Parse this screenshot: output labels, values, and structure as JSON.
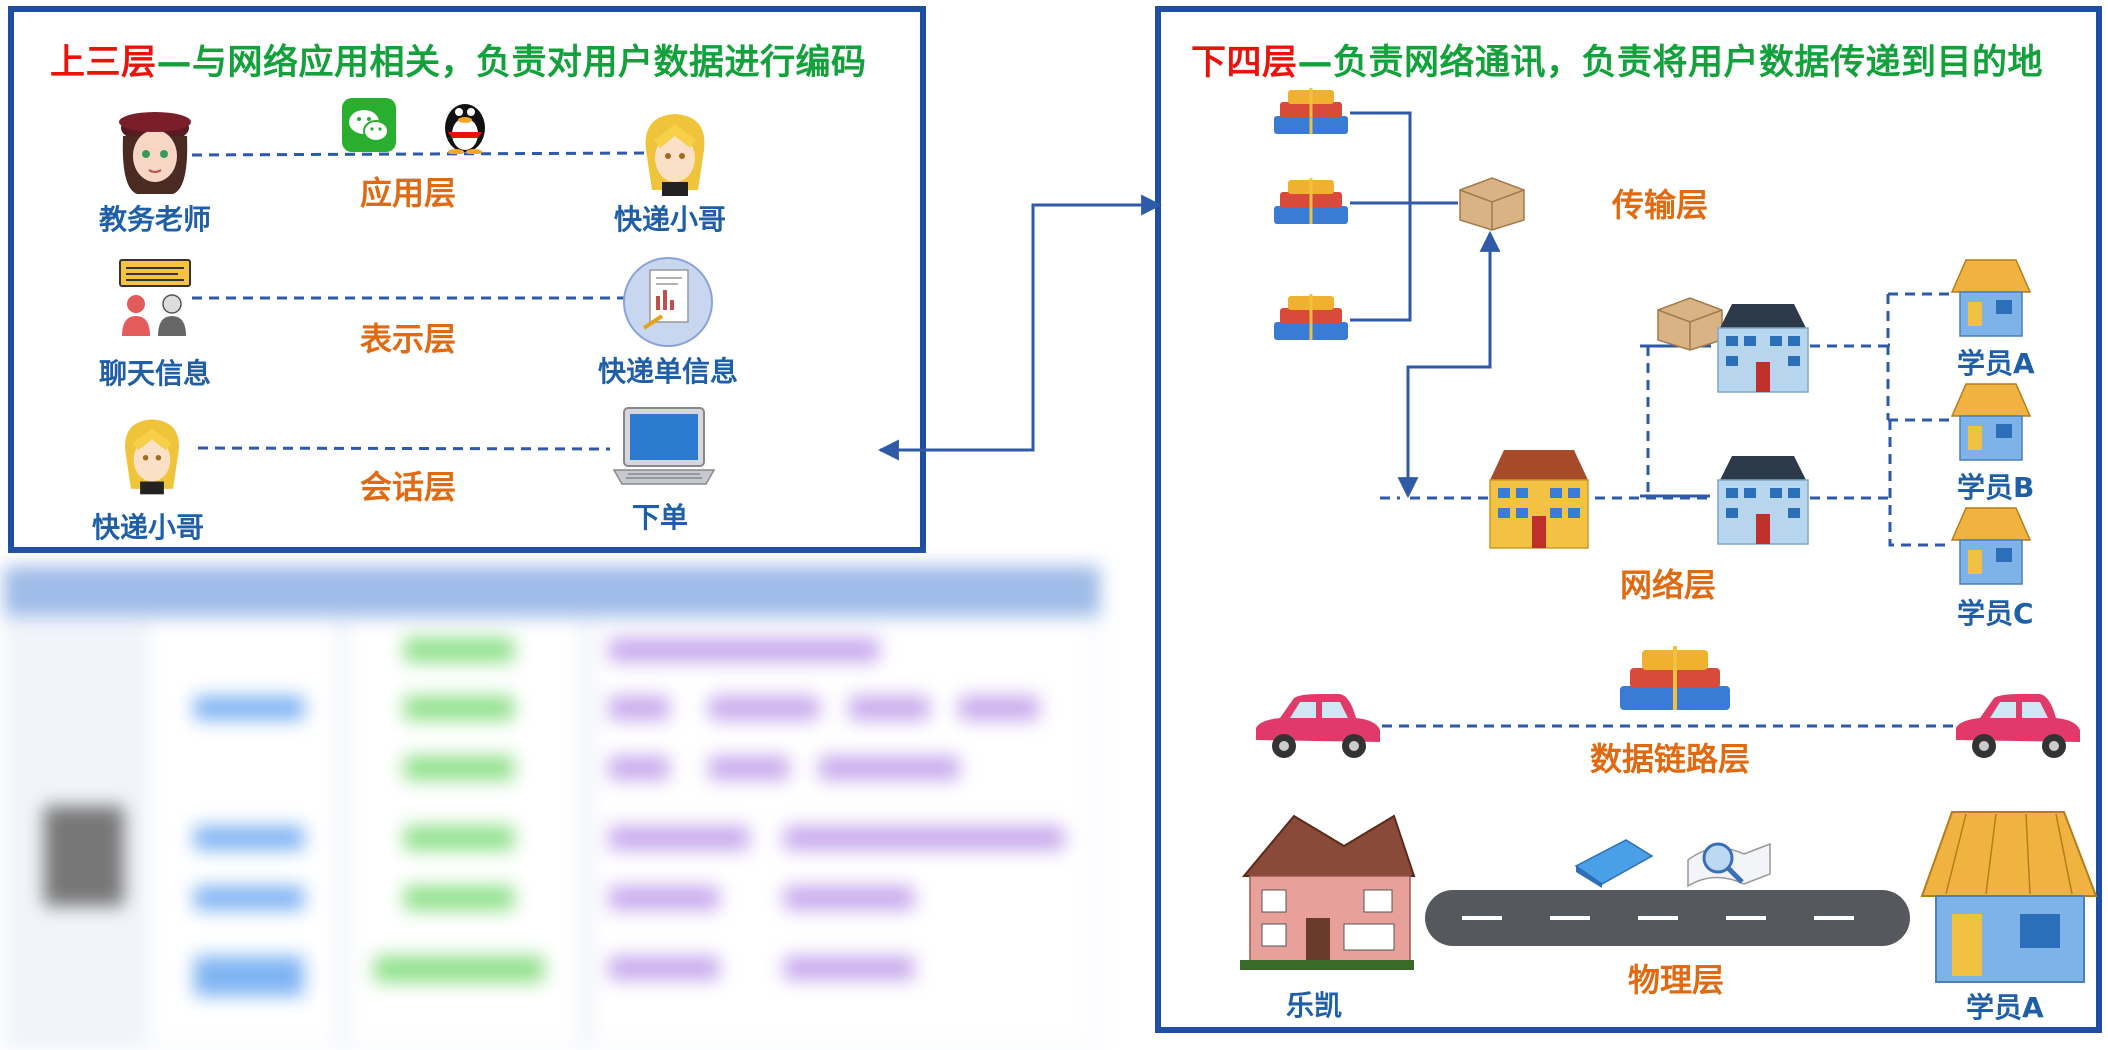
{
  "upper": {
    "title_highlight": "上三层",
    "title_rest": "—与网络应用相关，负责对用户数据进行编码",
    "rows": [
      {
        "left_label": "教务老师",
        "layer": "应用层",
        "right_label": "快递小哥"
      },
      {
        "left_label": "聊天信息",
        "layer": "表示层",
        "right_label": "快递单信息"
      },
      {
        "left_label": "快递小哥",
        "layer": "会话层",
        "right_label": "下单"
      }
    ]
  },
  "lower": {
    "title_highlight": "下四层",
    "title_rest": "—负责网络通讯，负责将用户数据传递到目的地",
    "transport_label": "传输层",
    "network_label": "网络层",
    "datalink_label": "数据链路层",
    "physical_label": "物理层",
    "students": [
      "学员A",
      "学员B",
      "学员C"
    ],
    "physical_left_label": "乐凯",
    "physical_right_label": "学员A"
  },
  "colors": {
    "border": "#1f4fa3",
    "title_highlight": "#e8140a",
    "title_rest": "#12a13a",
    "node_label": "#1f5fa8",
    "layer_label": "#e06a12",
    "connector": "#2f5aa8"
  }
}
